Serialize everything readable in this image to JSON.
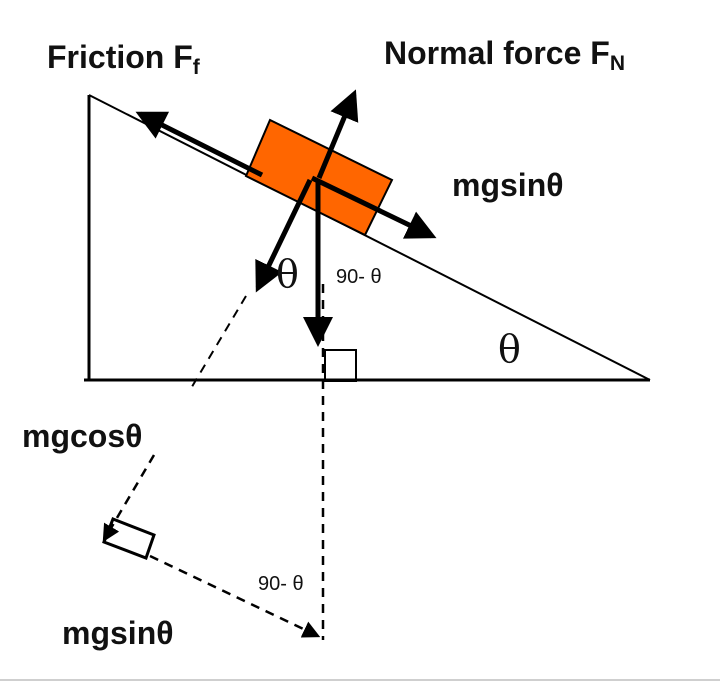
{
  "labels": {
    "friction_main": "Friction F",
    "friction_sub": "f",
    "normal_main": "Normal force F",
    "normal_sub": "N",
    "mgsin_top": "mgsinθ",
    "theta_block": "θ",
    "ninety_top": "90- θ",
    "theta_incline": "θ",
    "mgcos": "mgcosθ",
    "ninety_bottom": "90- θ",
    "mgsin_bottom": "mgsinθ"
  },
  "colors": {
    "block": "#ff6600",
    "lines": "#000000"
  }
}
